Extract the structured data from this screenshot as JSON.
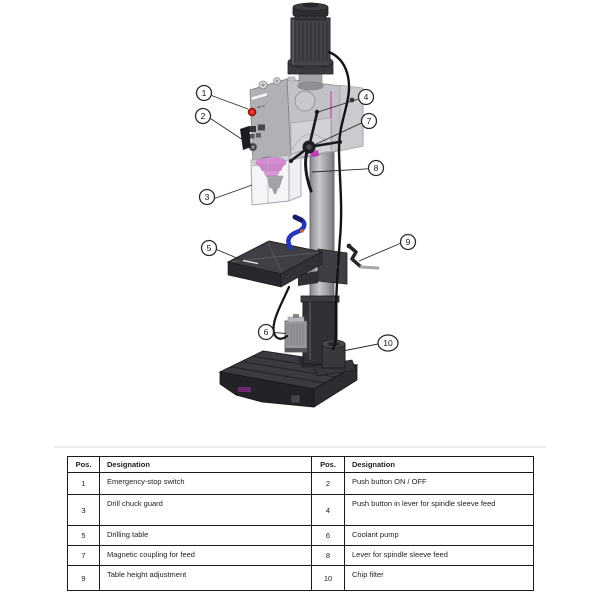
{
  "diagram": {
    "callouts": [
      "1",
      "2",
      "3",
      "4",
      "5",
      "6",
      "7",
      "8",
      "9",
      "10"
    ],
    "colors": {
      "estop_red": "#cc2218",
      "accent_magenta": "#c028b8",
      "coolant_hose_blue": "#2636b4",
      "machine_light_gray": "#b4b4b8",
      "machine_dark_gray": "#2e2e33"
    }
  },
  "parts_table": {
    "header": {
      "pos": "Pos.",
      "designation": "Designation"
    },
    "rows": [
      {
        "p1": "1",
        "d1": "Emergency-stop switch",
        "p2": "2",
        "d2": "Push button ON / OFF"
      },
      {
        "p1": "3",
        "d1": "Drill chuck guard",
        "p2": "4",
        "d2": "Push button in lever for spindle sleeve feed"
      },
      {
        "p1": "5",
        "d1": "Drilling table",
        "p2": "6",
        "d2": "Coolant pump"
      },
      {
        "p1": "7",
        "d1": "Magnetic coupling for feed",
        "p2": "8",
        "d2": "Lever for spindle sleeve feed"
      },
      {
        "p1": "9",
        "d1": "Table height adjustment",
        "p2": "10",
        "d2": "Chip filter"
      }
    ]
  }
}
